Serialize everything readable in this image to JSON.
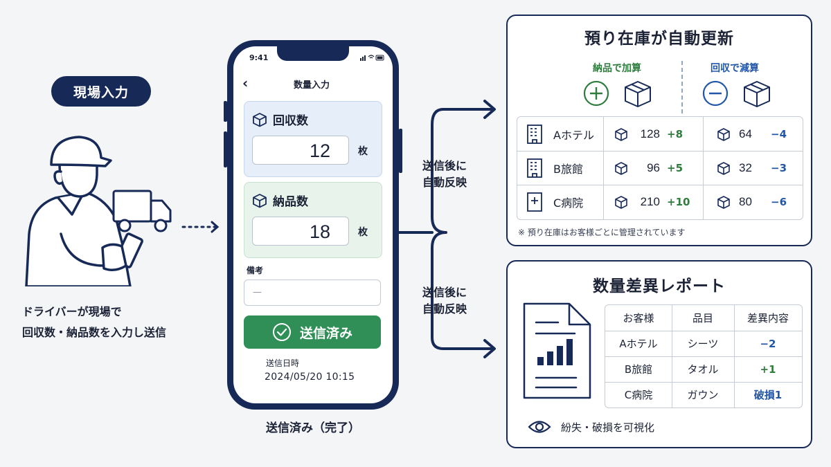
{
  "left": {
    "badge": "現場入力",
    "caption_line1": "ドライバーが現場で",
    "caption_line2": "回収数・納品数を入力し送信"
  },
  "phone": {
    "time": "9:41",
    "screen_title": "数量入力",
    "collect": {
      "label": "回収数",
      "value": "12",
      "unit": "枚"
    },
    "deliver": {
      "label": "納品数",
      "value": "18",
      "unit": "枚"
    },
    "memo": {
      "label": "備考",
      "placeholder": "—"
    },
    "send_button": "送信済み",
    "sent_at_label": "送信日時",
    "sent_at_value": "2024/05/20 10:15",
    "caption": "送信済み（完了）"
  },
  "flow": {
    "top_line1": "送信後に",
    "top_line2": "自動反映",
    "bottom_line1": "送信後に",
    "bottom_line2": "自動反映"
  },
  "inventory_panel": {
    "title": "預り在庫が自動更新",
    "legend_plus": "納品で加算",
    "legend_minus": "回収で減算",
    "rows": [
      {
        "customer": "Aホテル",
        "stock_a": "128",
        "delta_a": "+8",
        "stock_b": "64",
        "delta_b": "−4"
      },
      {
        "customer": "B旅館",
        "stock_a": "96",
        "delta_a": "+5",
        "stock_b": "32",
        "delta_b": "−3"
      },
      {
        "customer": "C病院",
        "stock_a": "210",
        "delta_a": "+10",
        "stock_b": "80",
        "delta_b": "−6"
      }
    ],
    "note": "※ 預り在庫はお客様ごとに管理されています"
  },
  "report_panel": {
    "title": "数量差異レポート",
    "headers": [
      "お客様",
      "品目",
      "差異内容"
    ],
    "rows": [
      {
        "customer": "Aホテル",
        "item": "シーツ",
        "diff": "−2"
      },
      {
        "customer": "B旅館",
        "item": "タオル",
        "diff": "+1"
      },
      {
        "customer": "C病院",
        "item": "ガウン",
        "diff": "破損1"
      }
    ],
    "footer": "紛失・破損を可視化"
  },
  "colors": {
    "navy": "#172a57",
    "green": "#2f8f57",
    "plus_green": "#2f7d3e",
    "minus_blue": "#2257a8"
  }
}
